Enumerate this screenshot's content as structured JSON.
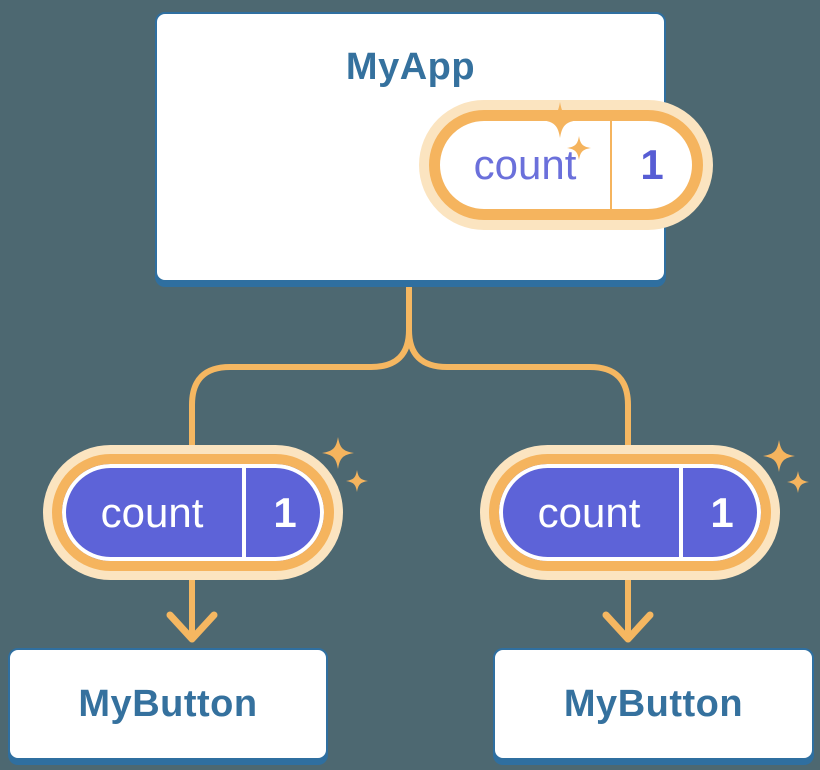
{
  "diagram": {
    "background_color": "#4D6871",
    "connector_color": "#F5B761",
    "pill_ring_color": "#F5B45E",
    "pill_glow_color": "#FBE4C0",
    "card_border_color": "#2F6FA0",
    "title_color": "#35719E",
    "state_fill_color": "#5D63D8",
    "state_text_color": "#6B70DB",
    "root": {
      "title": "MyApp",
      "state": {
        "name": "count",
        "value": "1"
      }
    },
    "children": [
      {
        "title": "MyButton",
        "state": {
          "name": "count",
          "value": "1"
        }
      },
      {
        "title": "MyButton",
        "state": {
          "name": "count",
          "value": "1"
        }
      }
    ]
  }
}
